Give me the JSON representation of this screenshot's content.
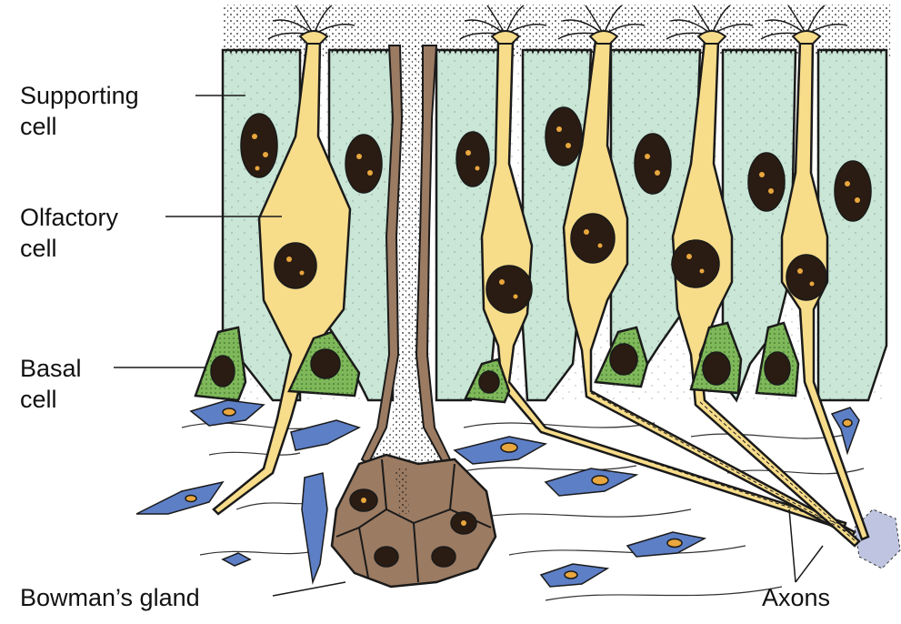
{
  "labels": {
    "supporting_cell": [
      "Supporting",
      "cell"
    ],
    "olfactory_cell": [
      "Olfactory",
      "cell"
    ],
    "basal_cell": [
      "Basal",
      "cell"
    ],
    "bowmans_gland": "Bowman’s gland",
    "axons": "Axons"
  },
  "colors": {
    "supporting": "#c9e6d6",
    "olfactory": "#f7dc8a",
    "basal": "#7fb85a",
    "gland": "#9b7b62",
    "nucleus": "#2a1c12",
    "nucleus_spots": "#e9a73e",
    "connective_cells": "#5d7fc6",
    "outline": "#1a1a1a"
  }
}
